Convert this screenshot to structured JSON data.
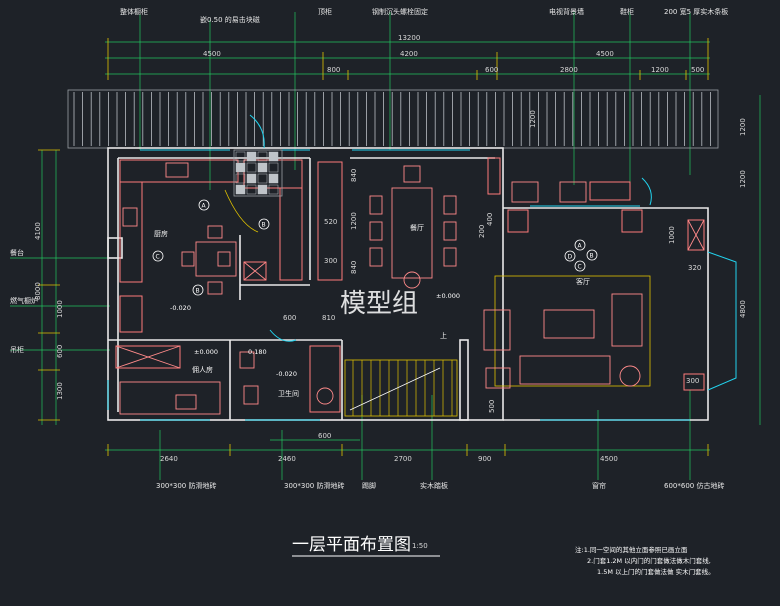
{
  "callouts_top": [
    "整体橱柜",
    "嵌0.50 的易击块磁",
    "顶柜",
    "钢制沉头螺栓固定",
    "电视背景墙",
    "鞋柜",
    "200 宽5 厚实木条板"
  ],
  "callouts_left": [
    "餐台",
    "燃气橱炉",
    "吊柜"
  ],
  "callouts_bottom": [
    "300*300 防滑地砖",
    "300*300 防滑地砖",
    "踢脚",
    "实木踏板",
    "窗帘",
    "600*600 仿古地砖"
  ],
  "dims_top_total": "13200",
  "dims_top_row2": [
    "4500",
    "4200",
    "4500"
  ],
  "dims_top_row3": [
    "800",
    "600",
    "2800",
    "1200",
    "500"
  ],
  "dims_bottom": [
    "2640",
    "2460",
    "2700",
    "900",
    "4500"
  ],
  "dims_bottom_small": "600",
  "dims_left": [
    "4100",
    "1000",
    "600",
    "1300"
  ],
  "dim_left_total": "8000",
  "dims_right": [
    "1200",
    "1200",
    "1000",
    "4800"
  ],
  "dims_inner": [
    "840",
    "520",
    "1200",
    "840",
    "300",
    "200",
    "400",
    "1200",
    "500",
    "320",
    "300",
    "600",
    "810"
  ],
  "rooms": {
    "kitchen": "厨房",
    "dining": "餐厅",
    "living": "客厅",
    "servant": "佣人房",
    "bath": "卫生间",
    "stairs_up": "上"
  },
  "levels": [
    "-0.020",
    "±0.000",
    "±0.000",
    "0.180",
    "-0.020"
  ],
  "markers": [
    "A",
    "B",
    "C",
    "D"
  ],
  "watermark": "模型组",
  "title": "一层平面布置图",
  "title_suffix": "1:50",
  "notes": [
    "注:1.同一空间的其他立面参照已画立面",
    "2.门套1.2M 以内门的门套做法做木门套线,",
    "1.5M 以上门的门套做法做 实木门套线。"
  ]
}
